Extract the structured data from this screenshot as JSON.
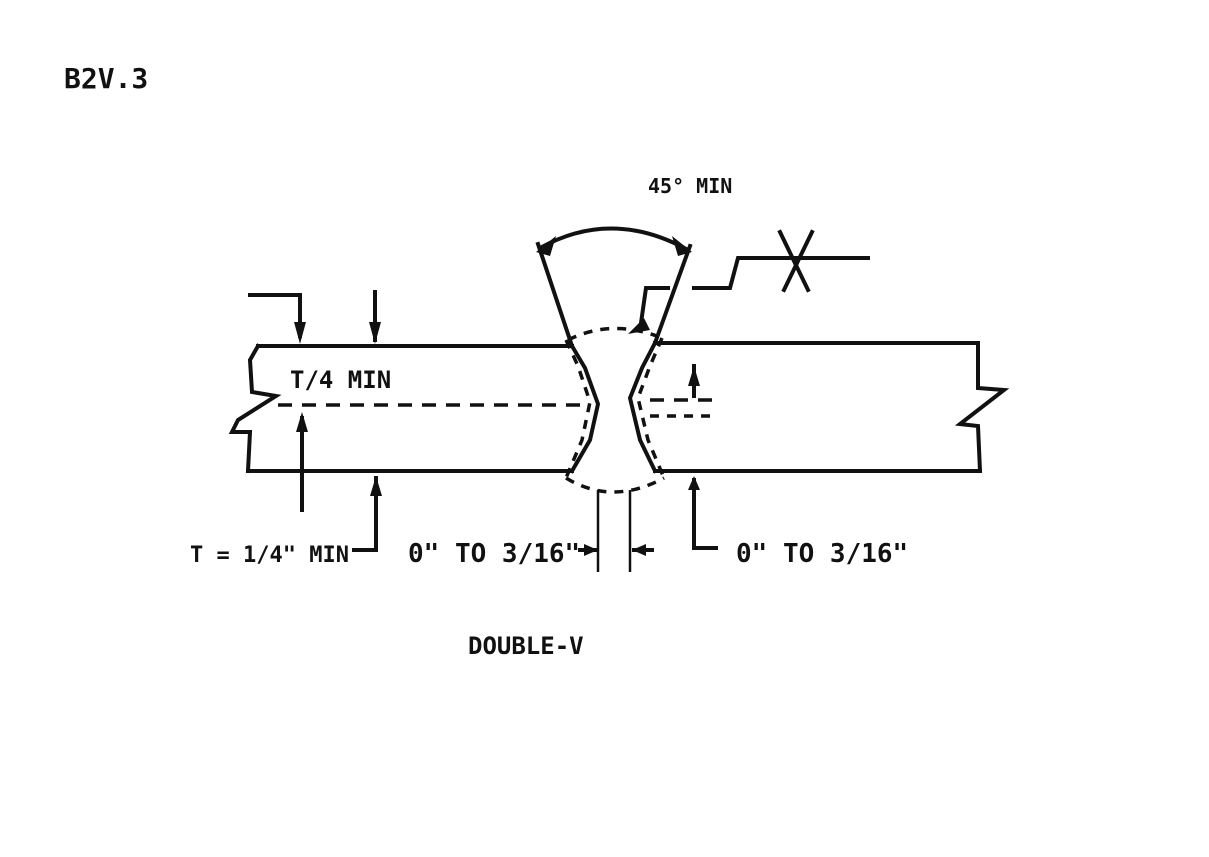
{
  "figure": {
    "id_label": "B2V.3",
    "angle_label": "45° MIN",
    "depth_label": "T/4 MIN",
    "thickness_label": "T = 1/4\" MIN",
    "root_gap_left_label": "0\" TO 3/16\"",
    "root_gap_right_label": "0\" TO 3/16\"",
    "caption": "DOUBLE-V"
  }
}
